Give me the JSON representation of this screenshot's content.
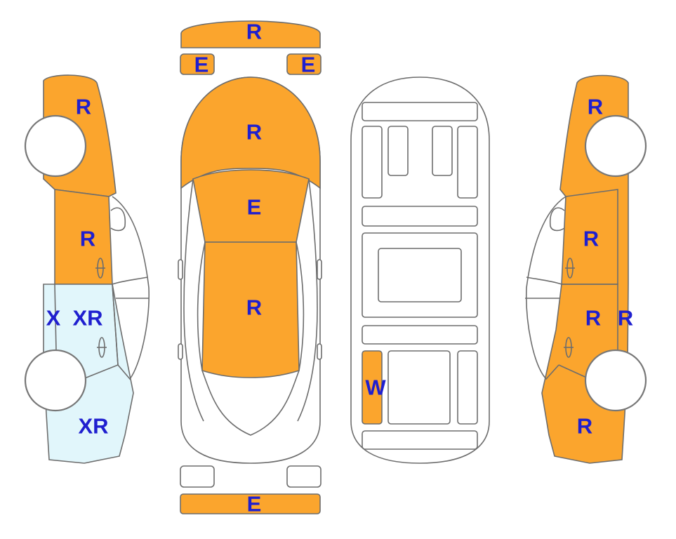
{
  "colors": {
    "damaged": "#fba52d",
    "light": "#e1f6fb",
    "none": "#ffffff",
    "label": "#1f1fcf",
    "outline": "#6d6d6d"
  },
  "left_view": {
    "front": "R",
    "front_door": "R",
    "rear_door_a": "X",
    "rear_door_b": "XR",
    "rear": "XR"
  },
  "top_view": {
    "front_bumper": "R",
    "headlight_left": "E",
    "headlight_right": "E",
    "hood": "R",
    "windshield": "E",
    "roof": "R",
    "rear_bumper": "E"
  },
  "underbody": {
    "floor_panel": "W"
  },
  "right_view": {
    "front": "R",
    "front_door": "R",
    "rear_door": "R",
    "rear_door_edge": "R",
    "rear": "R"
  }
}
